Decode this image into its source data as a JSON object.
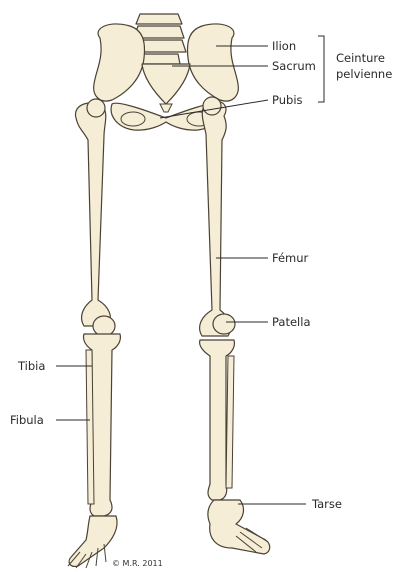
{
  "labels": {
    "ilion": "Ilion",
    "sacrum": "Sacrum",
    "pubis": "Pubis",
    "ceinture_line1": "Ceinture",
    "ceinture_line2": "pelvienne",
    "femur": "Fémur",
    "patella": "Patella",
    "tibia": "Tibia",
    "fibula": "Fibula",
    "tarse": "Tarse"
  },
  "credit": "© M.R. 2011",
  "colors": {
    "bone_fill": "#f5edd6",
    "bone_outline": "#4a4235",
    "leader_line": "#2a2a2a",
    "background": "#ffffff"
  }
}
